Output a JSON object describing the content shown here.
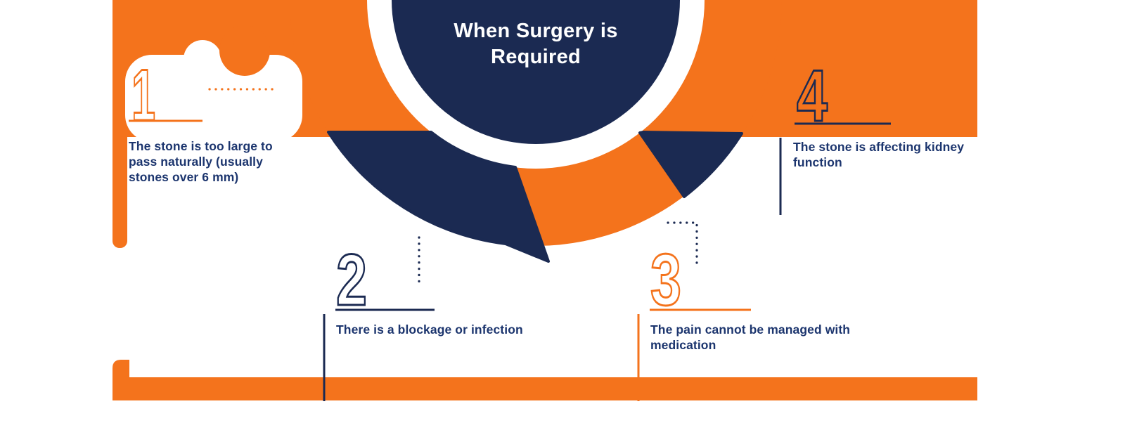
{
  "infographic": {
    "title": "When Surgery is Required",
    "items": [
      {
        "number": "1",
        "accent": "orange",
        "text": "The stone is too large to pass naturally (usually stones over 6 mm)"
      },
      {
        "number": "2",
        "accent": "navy",
        "text": "There is a blockage or infection"
      },
      {
        "number": "3",
        "accent": "orange",
        "text": "The pain cannot be managed with medication"
      },
      {
        "number": "4",
        "accent": "navy",
        "text": "The stone is affecting kidney function"
      }
    ]
  },
  "colors": {
    "orange": "#F4731C",
    "navy": "#1B2A52",
    "text": "#1C356E",
    "background": "#FFFFFF"
  }
}
